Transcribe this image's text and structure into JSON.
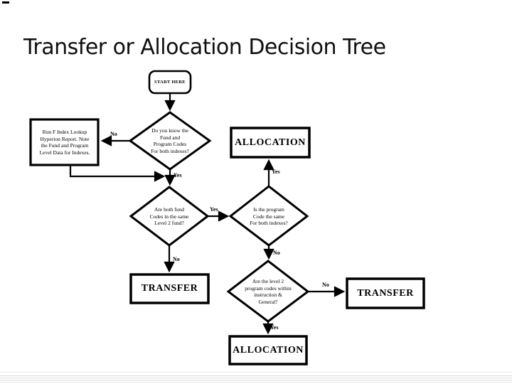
{
  "title": "Transfer or Allocation Decision Tree",
  "colors": {
    "shape_border": "#000000",
    "shape_fill": "#ffffff",
    "title_text": "#0f0f0f"
  },
  "flowchart": {
    "nodes": {
      "start": {
        "label": "START HERE"
      },
      "process_lookup": {
        "label": "Run F Index Lookup\nHyperion Report. Note\nthe Fund and Program\nLevel Data for Indexes."
      },
      "q_know_codes": {
        "label": "Do you know the\nFund and\nProgram Codes\nFor both indexes?"
      },
      "allocation_top": {
        "label": "ALLOCATION"
      },
      "q_same_fund": {
        "label": "Are both fund\nCodes in the same\nLevel 2 fund?"
      },
      "q_same_program": {
        "label": "Is the program\nCode the same\nFor both indexes?"
      },
      "transfer_left": {
        "label": "TRANSFER"
      },
      "q_instruction_general": {
        "label": "Are the level 2\nprogram codes within\ninstruction &\nGeneral?"
      },
      "transfer_right": {
        "label": "TRANSFER"
      },
      "allocation_bottom": {
        "label": "ALLOCATION"
      }
    },
    "edge_labels": {
      "q1_no": "No",
      "q1_yes": "Yes",
      "q2_yes": "Yes",
      "q2_no": "No",
      "q3_yes": "Yes",
      "q3_no": "No",
      "q4_no": "No",
      "q4_yes": "Yes"
    }
  }
}
